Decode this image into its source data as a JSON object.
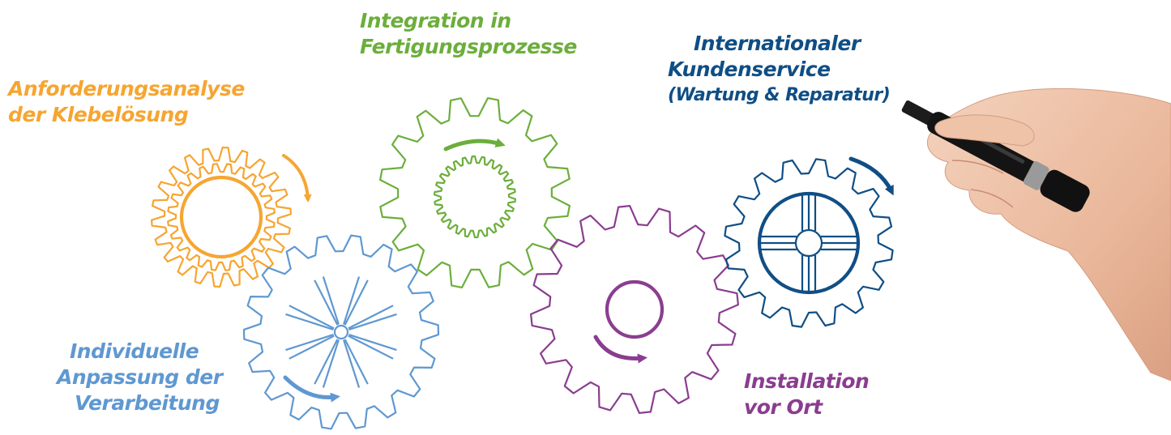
{
  "labels": {
    "anforderung": {
      "line1": "Anforderungsanalyse",
      "line2": "der Klebelösung"
    },
    "integration": {
      "line1": "Integration in",
      "line2": "Fertigungsprozesse"
    },
    "service": {
      "line1": "Internationaler",
      "line2": "Kundenservice",
      "line3": "(Wartung & Reparatur)"
    },
    "anpassung": {
      "line1": "Individuelle",
      "line2": "Anpassung der",
      "line3": "Verarbeitung"
    },
    "installation": {
      "line1": "Installation",
      "line2": "vor Ort"
    }
  },
  "colors": {
    "orange": "#f6a531",
    "green": "#6cae3c",
    "navy": "#0f4e85",
    "blue": "#5f98d1",
    "purple": "#8a3d8f"
  },
  "icons": {
    "gears": [
      "orange-gear-icon",
      "blue-gear-icon",
      "green-gear-icon",
      "purple-gear-icon",
      "navy-gear-icon"
    ],
    "hand": "hand-with-marker-icon"
  }
}
